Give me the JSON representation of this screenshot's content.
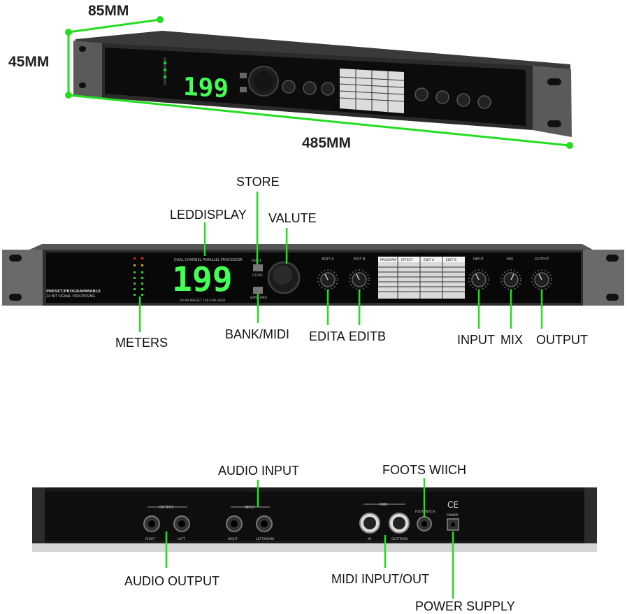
{
  "dimensions": {
    "depth": "85MM",
    "height": "45MM",
    "width": "485MM"
  },
  "front_labels": {
    "store": "STORE",
    "led_display": "LEDDISPLAY",
    "value": "VALUTE",
    "meters": "METERS",
    "bank_midi": "BANK/MIDI",
    "edit_a": "EDITA",
    "edit_b": "EDITB",
    "input": "INPUT",
    "mix": "MIX",
    "output": "OUTPUT"
  },
  "rear_labels": {
    "audio_input": "AUDIO INPUT",
    "footswitch": "FOOTS WIICH",
    "audio_output": "AUDIO OUTPUT",
    "midi_inout": "MIDI INPUT/OUT",
    "power_supply": "POWER SUPPLY"
  },
  "panel": {
    "display_value": "199",
    "header": "DUAL CHANNEL PARALLEL PROCESSOR",
    "brand_line1": "PRESET/PROGRAMMABLE",
    "brand_line2": "24 BIT SIGNAL PROCESSING",
    "preset_note": "00-99 PRESET   100-199 USER",
    "value_silk": "VALUE",
    "store_silk": "STORE",
    "bank_silk": "BANK MIDI",
    "edit_a_silk": "EDIT A",
    "edit_b_silk": "EDIT B",
    "input_silk": "INPUT",
    "mix_silk": "MIX",
    "output_silk": "OUTPUT",
    "table_headers": [
      "PROGRAM",
      "EFFECT",
      "EDIT A",
      "EDIT B"
    ],
    "rear_output": "OUTPUT",
    "rear_input": "INPUT",
    "rear_midi": "MIDI",
    "rear_right1": "RIGHT",
    "rear_left": "LEFT",
    "rear_right2": "RIGHT",
    "rear_left_mono": "LEFT/MONO",
    "rear_in": "IN",
    "rear_out_thru": "OUT/THRU",
    "rear_footswitch": "FOOTSWITCH",
    "rear_power": "POWER",
    "rear_ce": "CE"
  },
  "colors": {
    "accent_green": "#22dd22",
    "display_green": "#44ff55",
    "chassis": "#1a1a1a"
  }
}
